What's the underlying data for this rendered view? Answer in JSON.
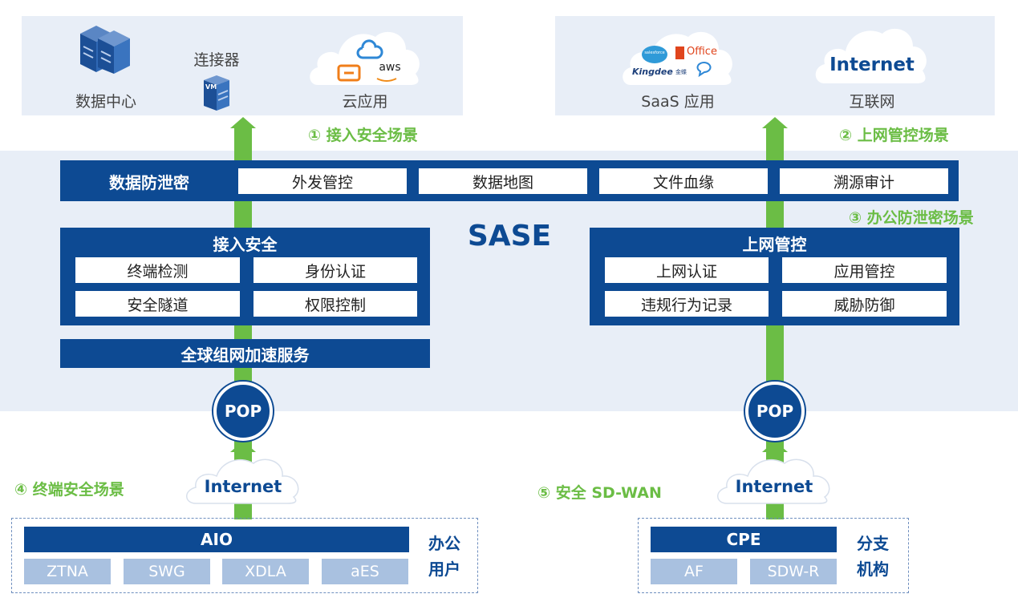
{
  "top_left": {
    "datacenter": "数据中心",
    "connector": "连接器",
    "vm_tag": "VM",
    "cloud": "云应用",
    "aws": "aws"
  },
  "top_right": {
    "saas": "SaaS 应用",
    "internet_cloud": "Internet",
    "internet_label": "互联网",
    "office": "Office",
    "salesforce": "salesforce",
    "kingdee": "Kingdee",
    "kingdee_cn": "金蝶"
  },
  "scenes": {
    "s1": "① 接入安全场景",
    "s2": "② 上网管控场景",
    "s3": "③ 办公防泄密场景",
    "s4": "④ 终端安全场景",
    "s5": "⑤ 安全 SD-WAN"
  },
  "dlp": {
    "title": "数据防泄密",
    "items": [
      "外发管控",
      "数据地图",
      "文件血缘",
      "溯源审计"
    ]
  },
  "sase": "SASE",
  "access": {
    "title": "接入安全",
    "items": [
      "终端检测",
      "身份认证",
      "安全隧道",
      "权限控制"
    ]
  },
  "web": {
    "title": "上网管控",
    "items": [
      "上网认证",
      "应用管控",
      "违规行为记录",
      "威胁防御"
    ]
  },
  "global": "全球组网加速服务",
  "pop": "POP",
  "internet": "Internet",
  "aio": {
    "title": "AIO",
    "items": [
      "ZTNA",
      "SWG",
      "XDLA",
      "aES"
    ],
    "side": [
      "办公",
      "用户"
    ]
  },
  "cpe": {
    "title": "CPE",
    "items": [
      "AF",
      "SDW-R"
    ],
    "side": [
      "分支",
      "机构"
    ]
  },
  "colors": {
    "navy": "#0d4a93",
    "green": "#6bbd45",
    "band": "#e8eef7",
    "light": "#a9c1e0"
  }
}
